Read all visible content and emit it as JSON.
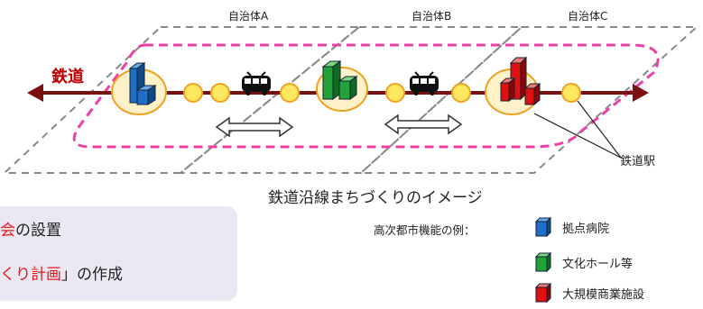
{
  "jurisdictions": [
    "自治体A",
    "自治体B",
    "自治体C"
  ],
  "railway_label": "鉄道",
  "station_callout": "鉄道駅",
  "caption": "鉄道沿線まちづくりのイメージ",
  "legend": {
    "title": "高次都市機能の例：",
    "items": [
      {
        "label": "拠点病院",
        "color": "#1f6fc8",
        "icon": "building-icon"
      },
      {
        "label": "文化ホール等",
        "color": "#23a23a",
        "icon": "building-icon"
      },
      {
        "label": "大規模商業施設",
        "color": "#e01010",
        "icon": "building-icon"
      }
    ]
  },
  "info_box": {
    "line1": {
      "highlight": "会",
      "text": "の設置"
    },
    "line2": {
      "highlight": "くり計画",
      "text": "」の作成"
    }
  },
  "colors": {
    "rail": "#7a1010",
    "station_fill": "#fff2c8",
    "station_stroke": "#f0a020",
    "corridor": "#ee3fa8",
    "plane": "#888888",
    "info_bg": "#ece8f3",
    "highlight": "#e8141c"
  }
}
